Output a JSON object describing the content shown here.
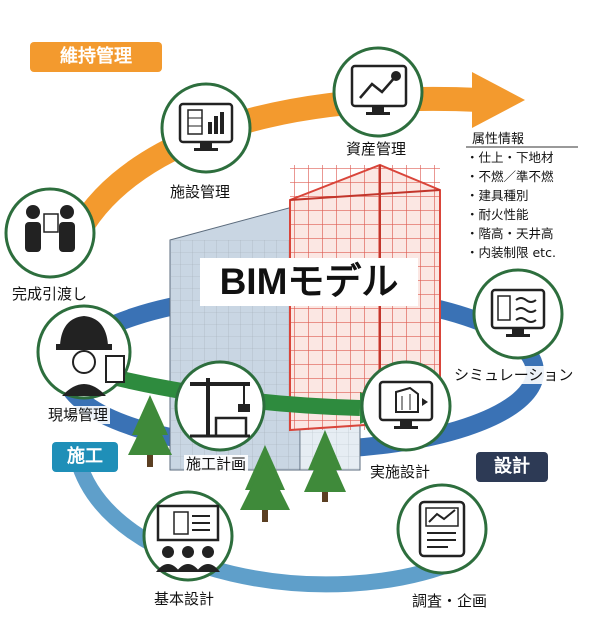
{
  "title": "BIMモデル",
  "phases": {
    "maintenance": "維持管理",
    "construction": "施工",
    "design": "設計"
  },
  "nodes": {
    "facility_management": "施設管理",
    "asset_management": "資産管理",
    "completion_handover": "完成引渡し",
    "site_management": "現場管理",
    "construction_planning": "施工計画",
    "simulation": "シミュレーション",
    "detailed_design": "実施設計",
    "basic_design": "基本設計",
    "survey_planning": "調査・企画"
  },
  "attributes": {
    "title": "属性情報",
    "items": [
      "仕上・下地材",
      "不燃／準不燃",
      "建具種別",
      "耐火性能",
      "階高・天井高",
      "内装制限 etc."
    ]
  },
  "colors": {
    "maintenance": "#f39a2e",
    "construction": "#1f8fb8",
    "design": "#2d3a55",
    "green_arrow": "#2e8b3e",
    "blue_ring": "#2563ad",
    "steel_frame": "#d9453a"
  },
  "icons": [
    "monitor-building-chart-icon",
    "monitor-line-chart-icon",
    "handover-people-icon",
    "worker-helmet-icon",
    "tower-crane-icon",
    "monitor-simulation-icon",
    "monitor-3d-building-icon",
    "meeting-whiteboard-icon",
    "tablet-chart-icon"
  ]
}
